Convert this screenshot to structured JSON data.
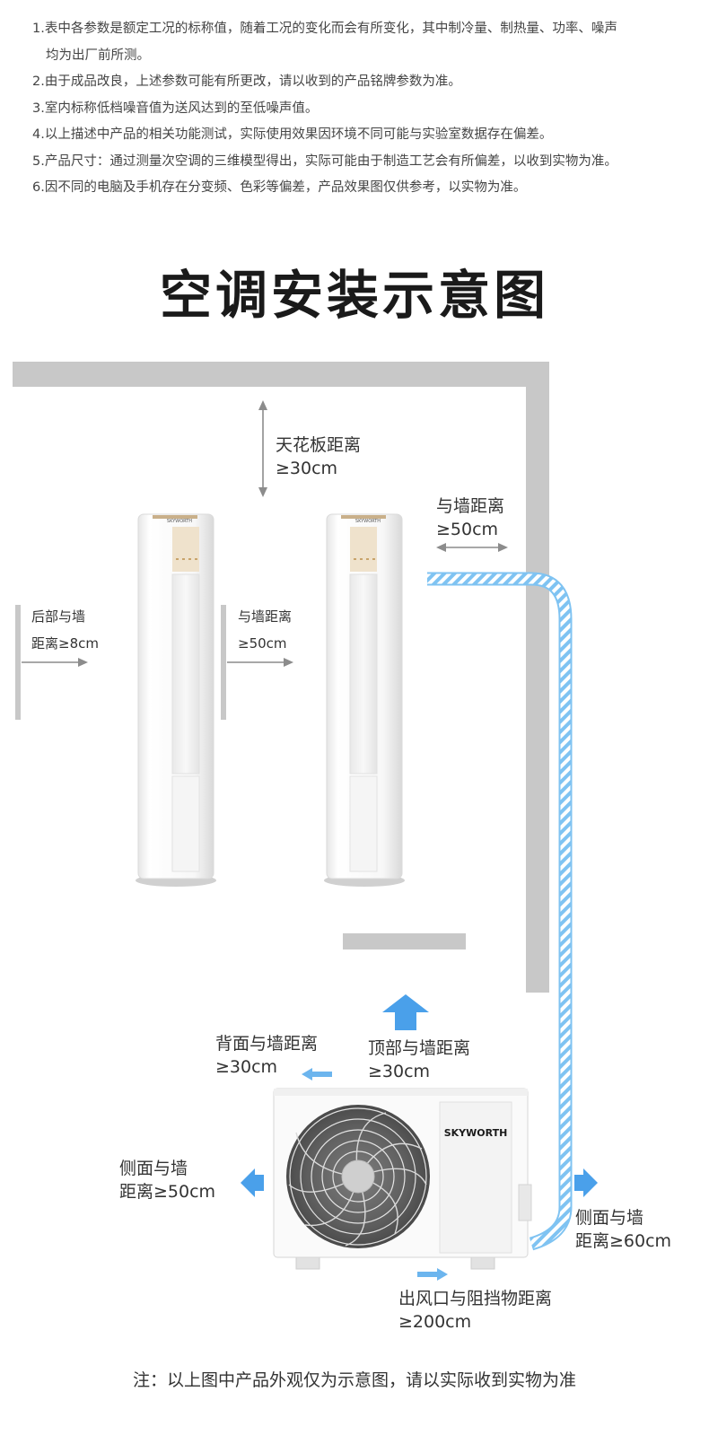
{
  "notes": [
    "1.表中各参数是额定工况的标称值，随着工况的变化而会有所变化，其中制冷量、制热量、功率、噪声",
    "均为出厂前所测。",
    "2.由于成品改良，上述参数可能有所更改，请以收到的产品铭牌参数为准。",
    "3.室内标称低档噪音值为送风达到的至低噪声值。",
    "4.以上描述中产品的相关功能测试，实际使用效果因环境不同可能与实验室数据存在偏差。",
    "5.产品尺寸：通过测量次空调的三维模型得出，实际可能由于制造工艺会有所偏差，以收到实物为准。",
    "6.因不同的电脑及手机存在分变频、色彩等偏差，产品效果图仅供参考，以实物为准。"
  ],
  "title": "空调安装示意图",
  "labels": {
    "ceiling": {
      "line1": "天花板距离",
      "line2": "≥30cm"
    },
    "wall_right": {
      "line1": "与墙距离",
      "line2": "≥50cm"
    },
    "rear_wall": {
      "line1": "后部与墙",
      "line2": "距离≥8cm"
    },
    "side_wall": {
      "line1": "与墙距离",
      "line2": "≥50cm"
    },
    "back_wall": {
      "line1": "背面与墙距离",
      "line2": "≥30cm"
    },
    "top_wall": {
      "line1": "顶部与墙距离",
      "line2": "≥30cm"
    },
    "left_side": {
      "line1": "侧面与墙",
      "line2": "距离≥50cm"
    },
    "right_side": {
      "line1": "侧面与墙",
      "line2": "距离≥60cm"
    },
    "outlet": {
      "line1": "出风口与阻挡物距离",
      "line2": "≥200cm"
    }
  },
  "brand": "SKYWORTH",
  "footer": "注：以上图中产品外观仅为示意图，请以实际收到实物为准",
  "colors": {
    "wall": "#c8c8c8",
    "arrow_blue": "#4aa0ea",
    "pipe_blue": "#7fc3f2",
    "gold_panel": "#efe2cc",
    "text": "#333333"
  }
}
